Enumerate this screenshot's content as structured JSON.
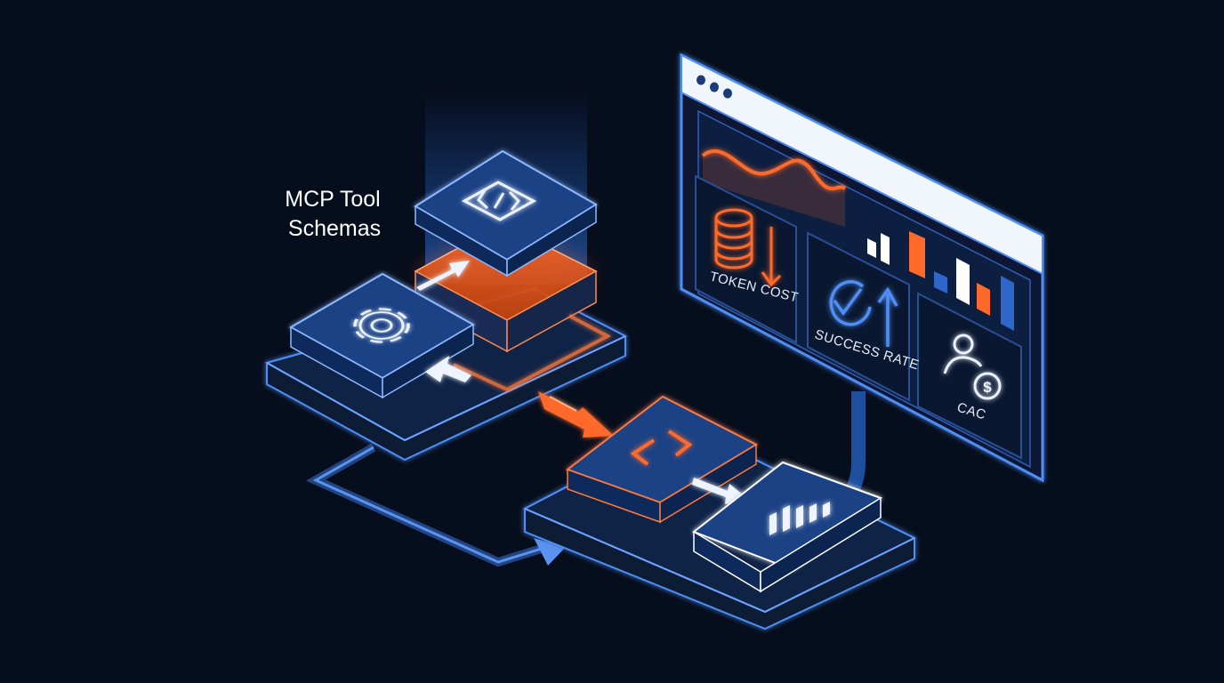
{
  "labels": {
    "schema_title_line1": "MCP Tool",
    "schema_title_line2": "Schemas"
  },
  "dashboard": {
    "window_dots": 3,
    "metrics": [
      {
        "label": "TOKEN COST",
        "icon": "coins-down-icon"
      },
      {
        "label": "SUCCESS RATE",
        "icon": "check-up-icon"
      },
      {
        "label": "CAC",
        "icon": "user-dollar-icon"
      }
    ],
    "bar_colors": [
      "#ffffff",
      "#ffffff",
      "#ff6a2b",
      "#2f66c9",
      "#ffffff",
      "#ff6a2b",
      "#2f66c9"
    ]
  },
  "colors": {
    "background": "#060d1c",
    "block_blue": "#173c7a",
    "outline_blue": "#4f8ef5",
    "accent_orange": "#ff6a2b",
    "glow_white": "#e8f1ff"
  },
  "icons": [
    "code-braces-icon",
    "gear-icon",
    "swap-chevrons-icon",
    "bar-chart-icon",
    "arrow-icon"
  ]
}
